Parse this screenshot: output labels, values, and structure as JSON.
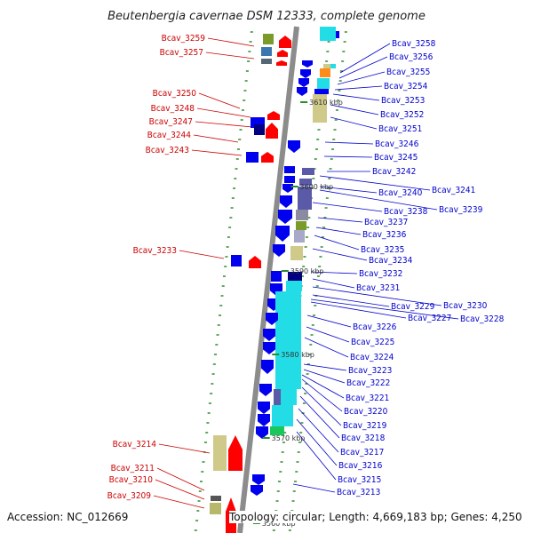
{
  "title": "Beutenbergia cavernae DSM 12333, complete genome",
  "footer": {
    "accession": "Accession: NC_012669",
    "topology": "Topology: circular; Length: 4,669,183 bp; Genes: 4,250"
  },
  "colors": {
    "backbone": "#8c8c8c",
    "tick": "#2e8b2e",
    "left_label": "#cc0000",
    "right_label": "#0000cc",
    "forward_strand": "#ff0000",
    "reverse_strand": "#0000ee"
  },
  "kbp_marks": [
    "3570 kbp",
    "3580 kbp",
    "3590 kbp",
    "3600 kbp",
    "3610 kbp",
    "3560 kbp"
  ],
  "left_labels": [
    "Bcav_3259",
    "Bcav_3257",
    "Bcav_3250",
    "Bcav_3248",
    "Bcav_3247",
    "Bcav_3244",
    "Bcav_3243",
    "Bcav_3233",
    "Bcav_3214",
    "Bcav_3211",
    "Bcav_3210",
    "Bcav_3209"
  ],
  "right_labels": [
    "Bcav_3258",
    "Bcav_3256",
    "Bcav_3255",
    "Bcav_3254",
    "Bcav_3253",
    "Bcav_3252",
    "Bcav_3251",
    "Bcav_3246",
    "Bcav_3245",
    "Bcav_3242",
    "Bcav_3241",
    "Bcav_3240",
    "Bcav_3239",
    "Bcav_3238",
    "Bcav_3237",
    "Bcav_3236",
    "Bcav_3235",
    "Bcav_3234",
    "Bcav_3232",
    "Bcav_3231",
    "Bcav_3230",
    "Bcav_3229",
    "Bcav_3228",
    "Bcav_3227",
    "Bcav_3226",
    "Bcav_3225",
    "Bcav_3224",
    "Bcav_3223",
    "Bcav_3222",
    "Bcav_3221",
    "Bcav_3220",
    "Bcav_3219",
    "Bcav_3218",
    "Bcav_3217",
    "Bcav_3216",
    "Bcav_3215",
    "Bcav_3213"
  ]
}
